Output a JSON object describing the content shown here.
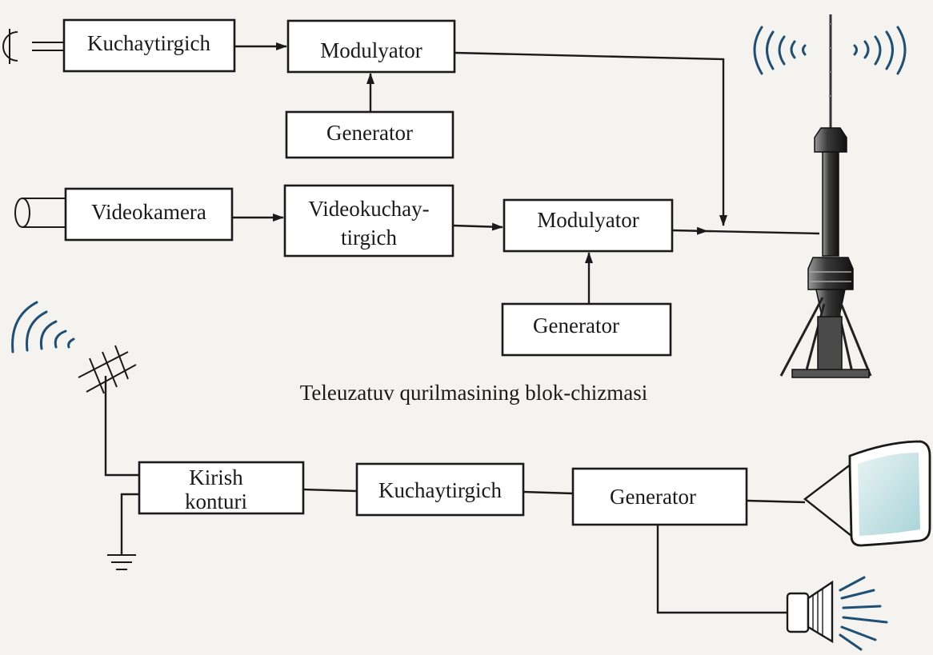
{
  "diagram": {
    "caption": "Teleuzatuv qurilmasining blok-chizmasi",
    "transmitter_audio": {
      "amplifier": "Kuchaytirgich",
      "modulator": "Modulyator",
      "generator": "Generator"
    },
    "transmitter_video": {
      "camera": "Videokamera",
      "video_amplifier_line1": "Videokuchay-",
      "video_amplifier_line2": "tirgich",
      "modulator": "Modulyator",
      "generator": "Generator"
    },
    "receiver": {
      "input_circuit_line1": "Kirish",
      "input_circuit_line2": "konturi",
      "amplifier": "Kuchaytirgich",
      "generator": "Generator"
    }
  }
}
